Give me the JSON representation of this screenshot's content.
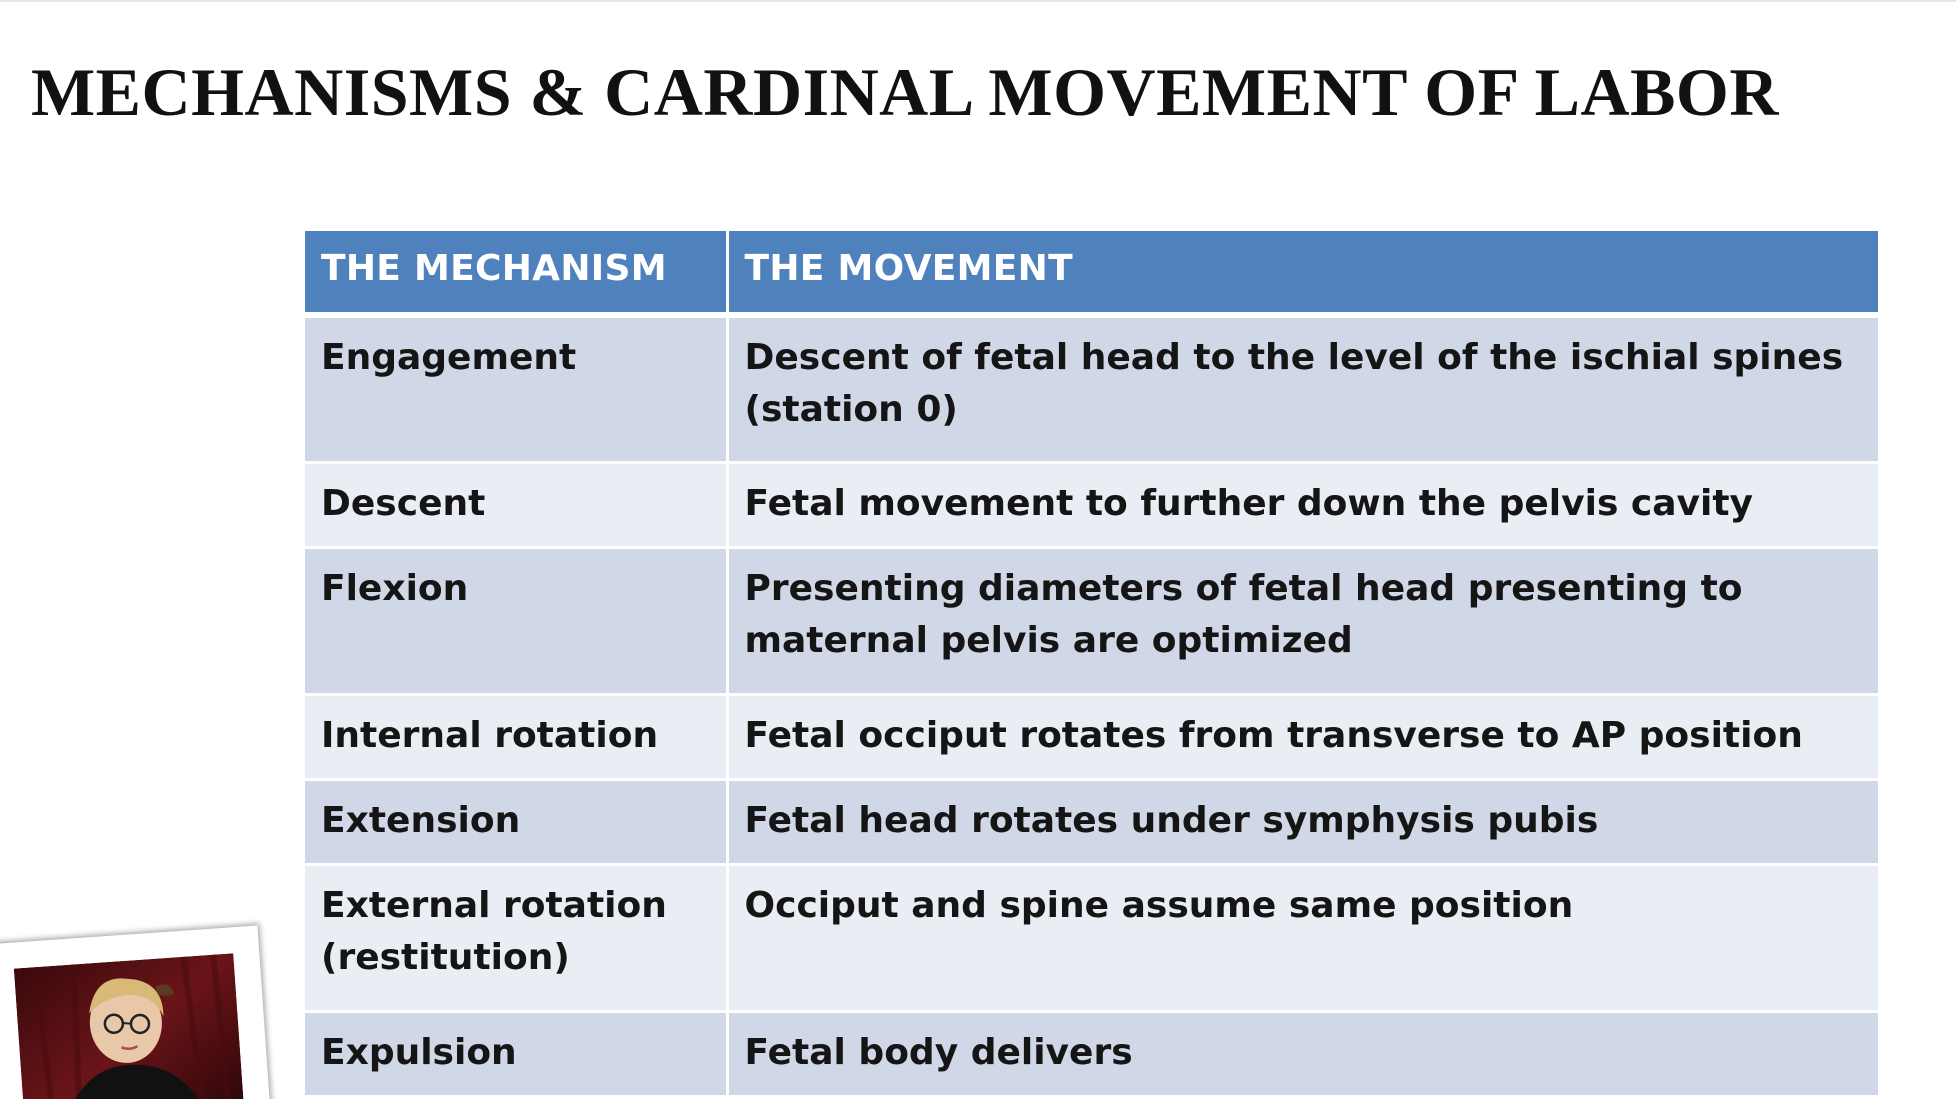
{
  "slide": {
    "title": "MECHANISMS & CARDINAL MOVEMENT OF LABOR"
  },
  "table": {
    "headers": [
      "THE MECHANISM",
      "THE MOVEMENT"
    ],
    "rows": [
      {
        "mechanism": "Engagement",
        "movement": "Descent of fetal head to the level of the ischial spines (station 0)"
      },
      {
        "mechanism": "Descent",
        "movement": "Fetal movement to further down the pelvis cavity"
      },
      {
        "mechanism": "Flexion",
        "movement": "Presenting diameters of fetal head presenting to maternal pelvis are optimized"
      },
      {
        "mechanism": "Internal rotation",
        "movement": "Fetal occiput rotates from transverse to AP position"
      },
      {
        "mechanism": "Extension",
        "movement": "Fetal head rotates under symphysis pubis"
      },
      {
        "mechanism": "External rotation (restitution)",
        "movement": "Occiput and spine assume same position"
      },
      {
        "mechanism": "Expulsion",
        "movement": "Fetal body delivers"
      }
    ]
  },
  "colors": {
    "header_bg": "#4f81bd",
    "row_dark": "#d0d8e8",
    "row_light": "#e9edf4"
  },
  "photo": {
    "icon": "person-photo-icon"
  }
}
